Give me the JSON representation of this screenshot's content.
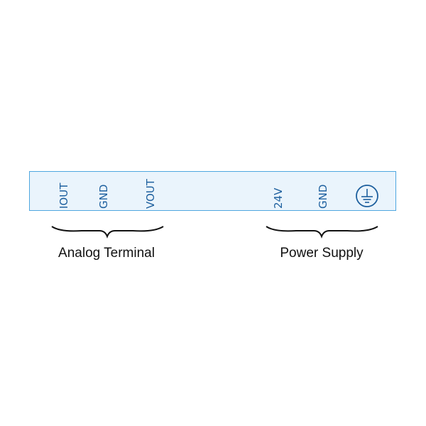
{
  "terminals": {
    "analog": [
      "IOUT",
      "GND",
      "VOUT"
    ],
    "power": [
      "24V",
      "GND"
    ],
    "ground_icon": "protective-earth-icon"
  },
  "groups": {
    "analog_label": "Analog Terminal",
    "power_label": "Power Supply"
  },
  "colors": {
    "border": "#4ea6e0",
    "fill": "#eaf4fc",
    "text": "#1d5f9e"
  }
}
